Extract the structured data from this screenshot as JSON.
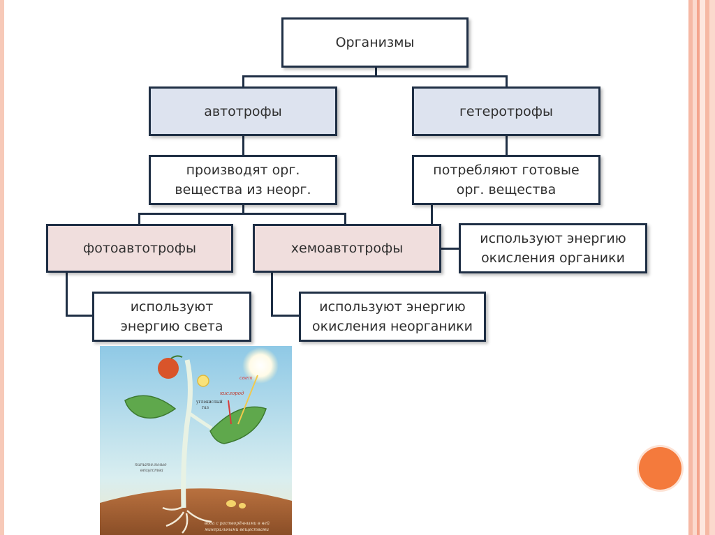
{
  "diagram": {
    "root": "Организмы",
    "autotrophs": "автотрофы",
    "heterotrophs": "гетеротрофы",
    "autotrophs_desc": [
      "производят орг.",
      "вещества из неорг."
    ],
    "heterotrophs_desc": [
      "потребляют готовые",
      "орг. вещества"
    ],
    "photoautotrophs": "фотоавтотрофы",
    "chemoautotrophs": "хемоавтотрофы",
    "photo_desc": [
      "используют",
      "энергию света"
    ],
    "chemo_desc": [
      "используют энергию",
      "окисления неорганики"
    ],
    "hetero_energy": [
      "используют энергию",
      "окисления органики"
    ]
  },
  "plant_figure": {
    "light": "свет",
    "oxygen": "кислород",
    "co2": [
      "углекислый",
      "газ"
    ],
    "nutrients": [
      "питательные",
      "вещества"
    ],
    "water": [
      "вода с растворёнными в ней",
      "минеральными веществами"
    ]
  },
  "colors": {
    "box_border": "#1f2f45",
    "blue_fill": "#dde3ef",
    "pink_fill": "#f0dedd",
    "accent_orange": "#f47a3c"
  }
}
